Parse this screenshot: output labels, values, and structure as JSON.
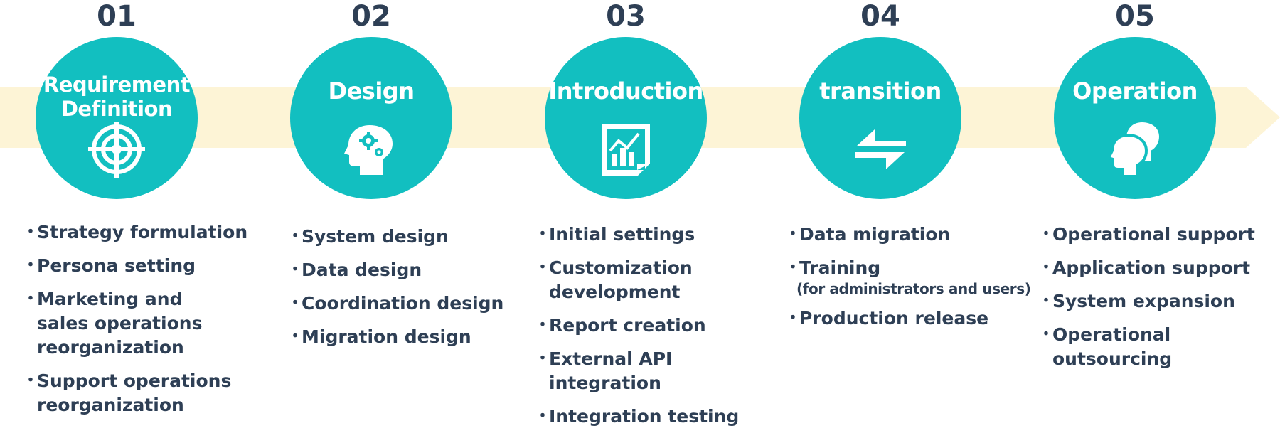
{
  "steps": [
    {
      "number": "01",
      "title": "Requirement\nDefinition",
      "icon": "target-icon",
      "items": [
        {
          "text": "Strategy formulation"
        },
        {
          "text": "Persona setting"
        },
        {
          "text": "Marketing and\nsales operations\nreorganization"
        },
        {
          "text": "Support operations\nreorganization"
        }
      ]
    },
    {
      "number": "02",
      "title": "Design",
      "icon": "head-gears-icon",
      "items": [
        {
          "text": "System design"
        },
        {
          "text": "Data design"
        },
        {
          "text": "Coordination design"
        },
        {
          "text": "Migration design"
        }
      ]
    },
    {
      "number": "03",
      "title": "Introduction",
      "icon": "chart-document-icon",
      "items": [
        {
          "text": "Initial settings"
        },
        {
          "text": "Customization\ndevelopment"
        },
        {
          "text": "Report creation"
        },
        {
          "text": "External API integration"
        },
        {
          "text": "Integration testing"
        }
      ]
    },
    {
      "number": "04",
      "title": "transition",
      "icon": "exchange-arrows-icon",
      "items": [
        {
          "text": "Data migration"
        },
        {
          "text": "Training",
          "sub": "(for administrators and users)"
        },
        {
          "text": "Production release"
        }
      ]
    },
    {
      "number": "05",
      "title": "Operation",
      "icon": "two-heads-icon",
      "items": [
        {
          "text": "Operational support"
        },
        {
          "text": "Application support"
        },
        {
          "text": "System expansion"
        },
        {
          "text": "Operational outsourcing"
        }
      ]
    }
  ],
  "colors": {
    "accent": "#12bfc0",
    "band": "#fdf4d6",
    "text": "#2e3f55"
  },
  "bullet": "・"
}
